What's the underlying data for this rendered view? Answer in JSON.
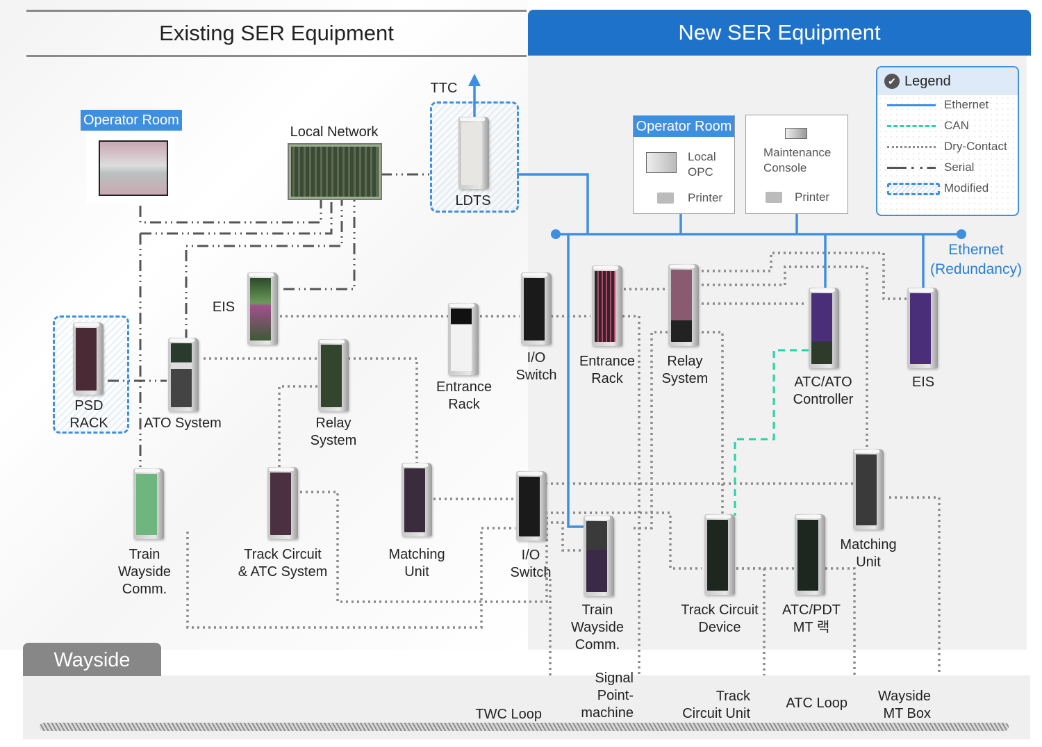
{
  "headers": {
    "existing": "Existing SER Equipment",
    "new": "New SER Equipment"
  },
  "existing": {
    "operator_room": {
      "tag": "Operator Room"
    },
    "local_network": "Local Network",
    "ttc": "TTC",
    "ldts": "LDTS",
    "eis": "EIS",
    "psd_rack": [
      "PSD",
      "RACK"
    ],
    "ato_system": "ATO System",
    "relay_system": [
      "Relay",
      "System"
    ],
    "entrance_rack": [
      "Entrance",
      "Rack"
    ],
    "io_switch_top": [
      "I/O",
      "Switch"
    ],
    "train_wayside_comm": [
      "Train",
      "Wayside",
      "Comm."
    ],
    "track_circuit_atc": [
      "Track Circuit",
      "& ATC System"
    ],
    "matching_unit": [
      "Matching",
      "Unit"
    ],
    "io_switch_bottom": [
      "I/O",
      "Switch"
    ]
  },
  "new": {
    "operator_room": {
      "tag": "Operator Room",
      "local_opc": [
        "Local",
        "OPC"
      ],
      "printer": "Printer"
    },
    "maintenance_console": {
      "label": [
        "Maintenance",
        "Console"
      ],
      "printer": "Printer"
    },
    "ethernet_redundancy": [
      "Ethernet",
      "(Redundancy)"
    ],
    "entrance_rack": [
      "Entrance",
      "Rack"
    ],
    "relay_system": [
      "Relay",
      "System"
    ],
    "atc_ato_controller": [
      "ATC/ATO",
      "Controller"
    ],
    "eis": "EIS",
    "matching_unit": [
      "Matching",
      "Unit"
    ],
    "train_wayside_comm": [
      "Train",
      "Wayside",
      "Comm."
    ],
    "track_circuit_device": [
      "Track Circuit",
      "Device"
    ],
    "atc_pdt_mt": [
      "ATC/PDT",
      "MT 랙"
    ]
  },
  "legend": {
    "title": "Legend",
    "items": [
      {
        "label": "Ethernet",
        "style": "solid",
        "color": "#3f8fe0"
      },
      {
        "label": "CAN",
        "style": "dashed",
        "color": "#1fd6a6"
      },
      {
        "label": "Dry-Contact",
        "style": "dotted",
        "color": "#8a8a8a"
      },
      {
        "label": "Serial",
        "style": "dash-dot-dot",
        "color": "#555555"
      },
      {
        "label": "Modified",
        "style": "dashed-box",
        "color": "#3f8fe0"
      }
    ]
  },
  "wayside": {
    "tab": "Wayside",
    "endpoints": {
      "twc_loop": "TWC Loop",
      "signal_point_machine": [
        "Signal",
        "Point-",
        "machine"
      ],
      "track_circuit_unit": [
        "Track",
        "Circuit Unit"
      ],
      "atc_loop": "ATC Loop",
      "wayside_mt_box": [
        "Wayside",
        "MT Box"
      ]
    }
  },
  "colors": {
    "brand_blue": "#1f72c9",
    "ethernet": "#3f8fe0",
    "can": "#1fd6a6",
    "dry_contact": "#8a8a8a",
    "serial": "#555555"
  }
}
